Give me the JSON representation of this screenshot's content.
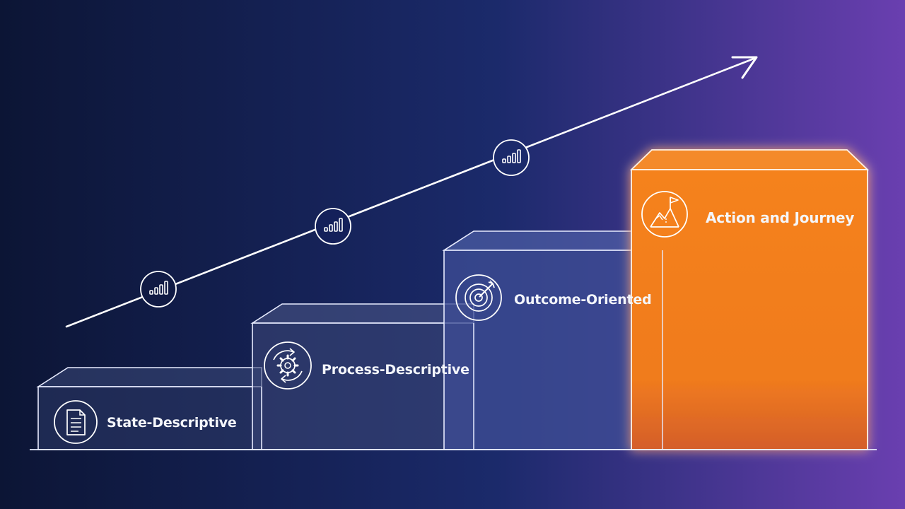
{
  "colors": {
    "background_left": "#0c1535",
    "background_mid": "#1b2a6b",
    "background_right": "#6a3fb0",
    "accent": "#f07d1f",
    "line": "#ffffff"
  },
  "steps": [
    {
      "label": "State-Descriptive",
      "icon": "document-icon"
    },
    {
      "label": "Process-Descriptive",
      "icon": "gear-cycle-icon"
    },
    {
      "label": "Outcome-Oriented",
      "icon": "target-icon"
    },
    {
      "label": "Action and Journey",
      "icon": "mountain-flag-icon"
    }
  ],
  "trend": {
    "direction": "up",
    "markers": [
      "bar-chart-icon",
      "bar-chart-icon",
      "bar-chart-icon"
    ]
  }
}
